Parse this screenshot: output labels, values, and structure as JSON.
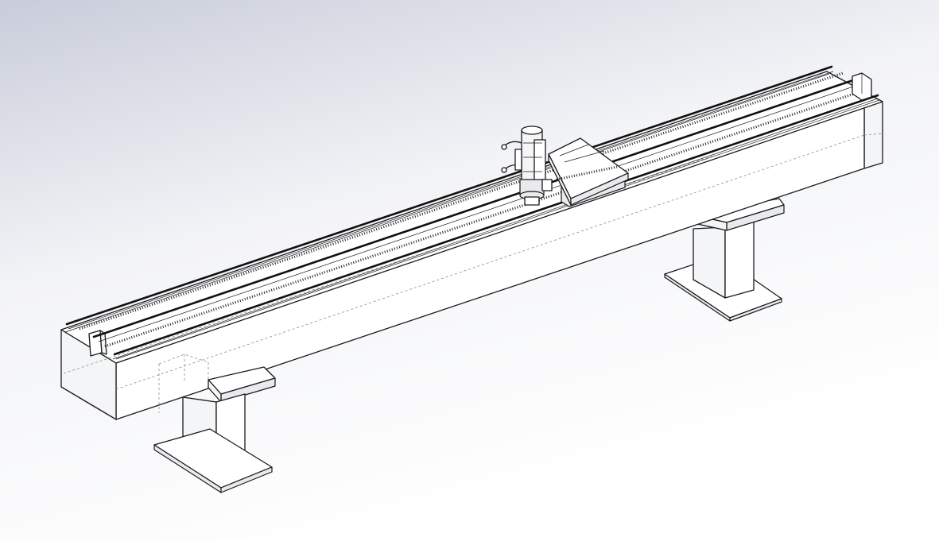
{
  "scene": {
    "view": "isometric",
    "background_gradient": [
      "#c9cdda",
      "#f3f4f7",
      "#ffffff"
    ],
    "line_color": "#1a1a1a",
    "hidden_line_color": "#8a8a8a"
  },
  "parts": [
    {
      "id": "beam",
      "name": "linear-rail-beam"
    },
    {
      "id": "rails",
      "name": "guide-rails"
    },
    {
      "id": "racks",
      "name": "gear-racks"
    },
    {
      "id": "carriage",
      "name": "carriage-plate"
    },
    {
      "id": "motor",
      "name": "servo-motor"
    },
    {
      "id": "left-stop",
      "name": "end-stop-left"
    },
    {
      "id": "right-stop",
      "name": "end-stop-right"
    },
    {
      "id": "left-support",
      "name": "support-pedestal-left"
    },
    {
      "id": "right-support",
      "name": "support-pedestal-right"
    }
  ]
}
